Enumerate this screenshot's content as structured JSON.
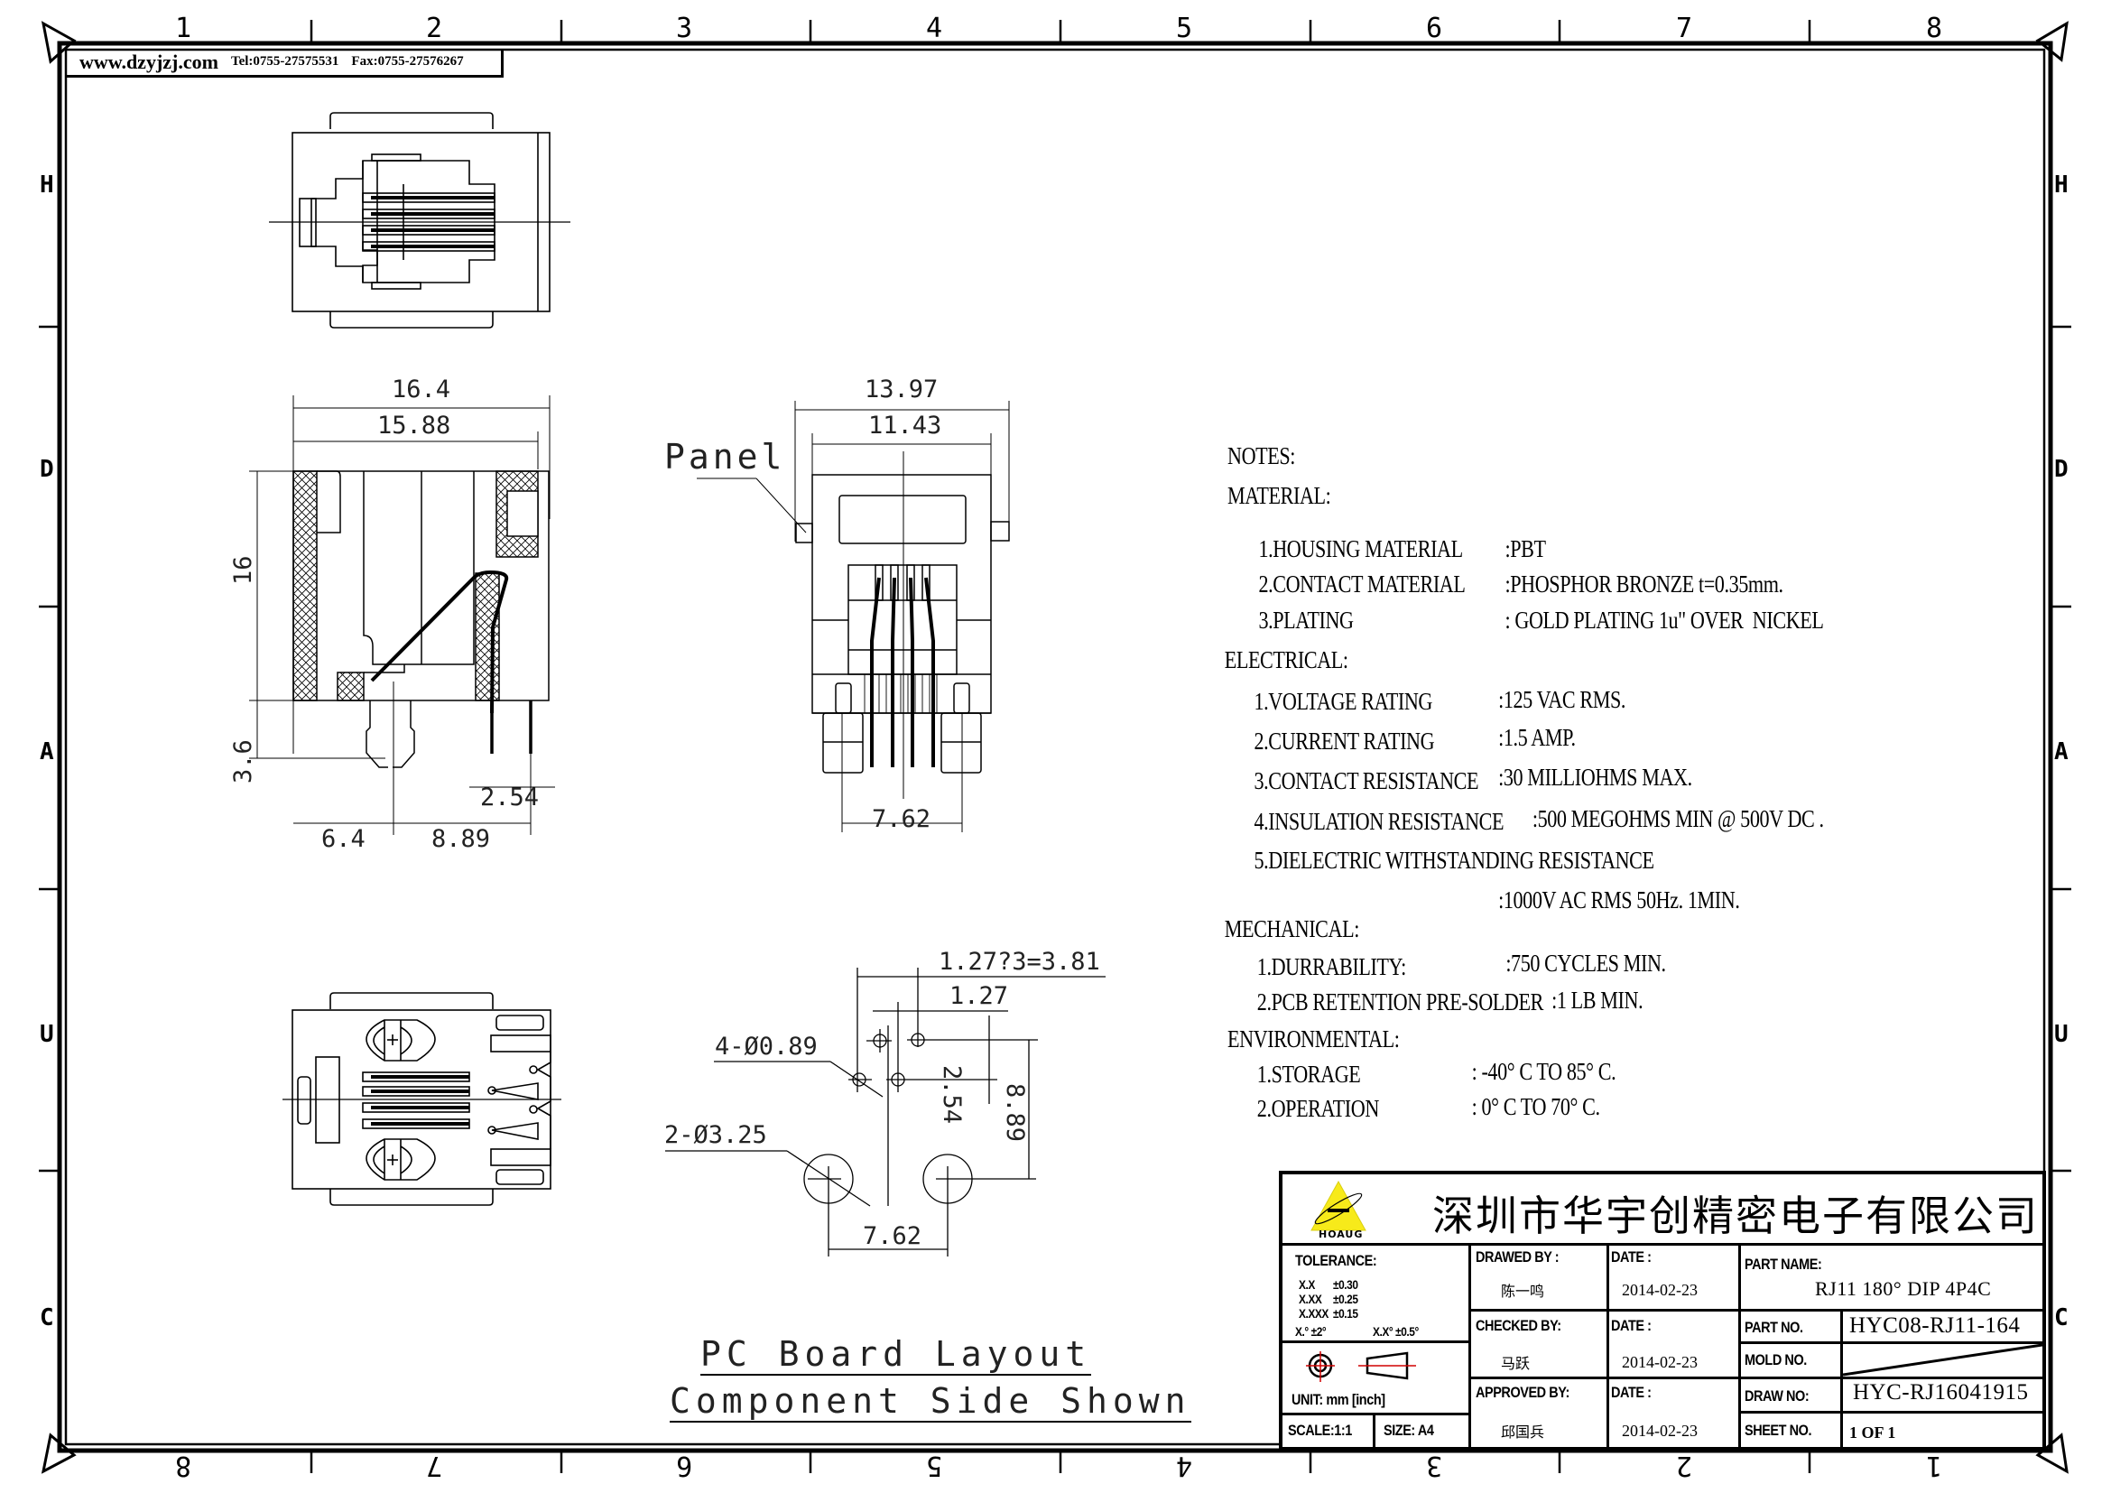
{
  "header": {
    "website": "www.dzyjzj.com",
    "tel": "Tel:0755-27575531",
    "fax": "Fax:0755-27576267"
  },
  "border": {
    "top_numbers": [
      "1",
      "2",
      "3",
      "4",
      "5",
      "6",
      "7",
      "8"
    ],
    "bottom_numbers": [
      "8",
      "7",
      "6",
      "5",
      "4",
      "3",
      "2",
      "1"
    ],
    "side_letters": [
      "H",
      "D",
      "A",
      "U",
      "C"
    ]
  },
  "views": {
    "side_view": {
      "dims": {
        "overall_width": "16.4",
        "body_width": "15.88",
        "height": "16",
        "pin_length": "3.6",
        "pin_pitch": "2.54",
        "offset_left": "6.4",
        "offset_right": "8.89"
      }
    },
    "front_view": {
      "panel_label": "Panel",
      "dims": {
        "overall_width": "13.97",
        "body_width": "11.43",
        "post_spacing": "7.62"
      }
    },
    "pcb_layout": {
      "dims": {
        "pin_span": "1.27?3=3.81",
        "pin_pitch": "1.27",
        "row_spacing": "2.54",
        "row_to_post": "8.89",
        "post_spacing": "7.62",
        "pin_holes": "4-Ø0.89",
        "post_holes": "2-Ø3.25"
      },
      "caption_line1": "PC Board Layout",
      "caption_line2": "Component Side Shown"
    }
  },
  "notes": {
    "title": "NOTES:",
    "sections": [
      {
        "heading": "MATERIAL:",
        "items": [
          {
            "label": "1.HOUSING MATERIAL",
            "value": ":PBT"
          },
          {
            "label": "2.CONTACT MATERIAL",
            "value": ":PHOSPHOR BRONZE t=0.35mm."
          },
          {
            "label": "3.PLATING",
            "value": ": GOLD PLATING 1u\" OVER  NICKEL"
          }
        ]
      },
      {
        "heading": "ELECTRICAL:",
        "items": [
          {
            "label": "1.VOLTAGE RATING",
            "value": ":125 VAC RMS."
          },
          {
            "label": "2.CURRENT RATING",
            "value": ":1.5 AMP."
          },
          {
            "label": "3.CONTACT RESISTANCE",
            "value": ":30 MILLIOHMS MAX."
          },
          {
            "label": "4.INSULATION RESISTANCE",
            "value": ":500 MEGOHMS MIN @ 500V DC ."
          },
          {
            "label": "5.DIELECTRIC WITHSTANDING RESISTANCE",
            "value": ":1000V AC RMS 50Hz. 1MIN."
          }
        ]
      },
      {
        "heading": "MECHANICAL:",
        "items": [
          {
            "label": "1.DURRABILITY:",
            "value": ":750 CYCLES MIN."
          },
          {
            "label": "2.PCB RETENTION PRE-SOLDER",
            "value": ":1 LB MIN."
          }
        ]
      },
      {
        "heading": "ENVIRONMENTAL:",
        "items": [
          {
            "label": "1.STORAGE",
            "value": ": -40° C TO 85° C."
          },
          {
            "label": "2.OPERATION",
            "value": ": 0° C TO 70° C."
          }
        ]
      }
    ]
  },
  "title_block": {
    "logo_text": "HOAUG",
    "company_name": "深圳市华宇创精密电子有限公司",
    "tolerance": {
      "label": "TOLERANCE:",
      "rows": [
        {
          "fmt": "X.X",
          "val": "±0.30"
        },
        {
          "fmt": "X.XX",
          "val": "±0.25"
        },
        {
          "fmt": "X.XXX",
          "val": "±0.15"
        }
      ],
      "angle1": "X.° ±2°",
      "angle2": "X.X° ±0.5°"
    },
    "unit": "UNIT:  mm  [inch]",
    "scale": "SCALE:1:1",
    "size": "SIZE: A4",
    "drawed_by_label": "DRAWED BY :",
    "drawed_by": "陈一鸣",
    "checked_by_label": "CHECKED BY:",
    "checked_by": "马跃",
    "approved_by_label": "APPROVED BY:",
    "approved_by": "邱国兵",
    "date_label": "DATE :",
    "date1": "2014-02-23",
    "date2": "2014-02-23",
    "date3": "2014-02-23",
    "part_name_label": "PART NAME:",
    "part_name": "RJ11 180° DIP 4P4C",
    "part_no_label": "PART NO.",
    "part_no": "HYC08-RJ11-164",
    "mold_no_label": "MOLD NO.",
    "mold_no": "",
    "draw_no_label": "DRAW NO:",
    "draw_no": "HYC-RJ16041915",
    "sheet_no_label": "SHEET NO.",
    "sheet_no": "1 OF 1"
  },
  "colors": {
    "line": "#000000",
    "logo_yellow": "#f7ea1a",
    "centerline_red": "#d00000"
  }
}
